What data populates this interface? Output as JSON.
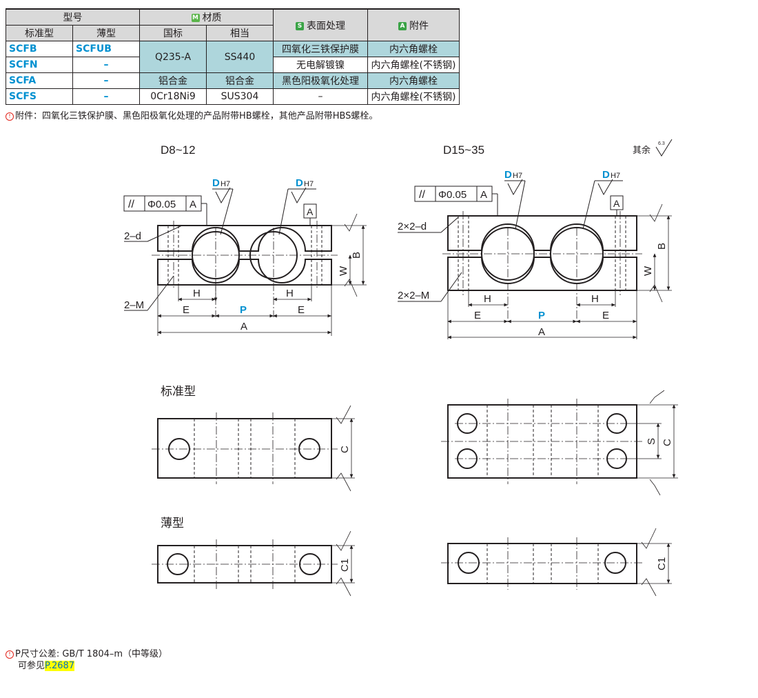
{
  "table": {
    "header": {
      "model": "型号",
      "standard": "标准型",
      "thin": "薄型",
      "material_tag": "M",
      "material": "材质",
      "gb": "国标",
      "equiv": "相当",
      "surface_tag": "S",
      "surface": "表面处理",
      "accessory_tag": "A",
      "accessory": "附件"
    },
    "rows": [
      {
        "standard": "SCFB",
        "thin": "SCFUB",
        "gb": "Q235-A",
        "equiv": "SS440",
        "surface": "四氧化三铁保护膜",
        "accessory": "内六角螺栓"
      },
      {
        "standard": "SCFN",
        "thin": "–",
        "surface": "无电解镀镍",
        "accessory": "内六角螺栓(不锈钢)"
      },
      {
        "standard": "SCFA",
        "thin": "–",
        "gb": "铝合金",
        "equiv": "铝合金",
        "surface": "黑色阳极氧化处理",
        "accessory": "内六角螺栓"
      },
      {
        "standard": "SCFS",
        "thin": "–",
        "gb": "0Cr18Ni9",
        "equiv": "SUS304",
        "surface": "–",
        "accessory": "内六角螺栓(不锈钢)"
      }
    ]
  },
  "note_accessory": "附件：四氧化三铁保护膜、黑色阳极氧化处理的产品附带HB螺栓，其他产品附带HBS螺栓。",
  "note_mark": "!",
  "drawing": {
    "title_small": "D8~12",
    "title_large": "D15~35",
    "rest_label": "其余",
    "roughness": "6.3",
    "flatness_label": "Φ0.05",
    "datum": "A",
    "d_label": "D",
    "h7_label": "H7",
    "hole_small": "2–d",
    "hole_large": "2×2–d",
    "thread_small": "2–M",
    "thread_large": "2×2–M",
    "dims": {
      "H": "H",
      "E": "E",
      "P": "P",
      "A": "A",
      "B": "B",
      "W": "W",
      "C": "C",
      "C1": "C1",
      "S": "S"
    },
    "section_standard": "标准型",
    "section_thin": "薄型"
  },
  "footer": {
    "tolerance": "P尺寸公差: GB/T 1804–m（中等级）",
    "ref_prefix": "可参见",
    "ref_page": "P.2687"
  },
  "colors": {
    "accent_blue": "#0090d0",
    "material_bg": "#aed6dc",
    "header_bg": "#d9d9d9",
    "highlight": "#ffff00"
  }
}
